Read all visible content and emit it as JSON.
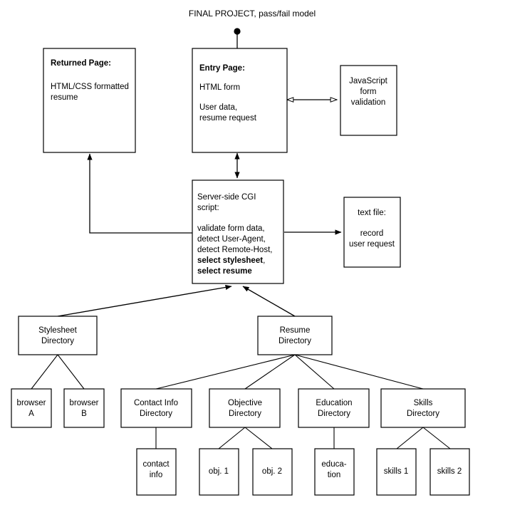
{
  "diagram": {
    "title": "FINAL PROJECT, pass/fail model",
    "nodes": {
      "returned_page": {
        "heading": "Returned Page:",
        "line1": "HTML/CSS formatted",
        "line2": "resume"
      },
      "entry_page": {
        "heading": "Entry Page:",
        "line1": "HTML form",
        "line2": "User data,",
        "line3": "resume request"
      },
      "javascript": {
        "line1": "JavaScript",
        "line2": "form",
        "line3": "validation"
      },
      "cgi_script": {
        "heading1": "Server-side CGI",
        "heading2": "script:",
        "task1": "validate form data,",
        "task2": "detect User-Agent,",
        "task3": "detect Remote-Host,",
        "task4": "select stylesheet",
        "task4_tail": ",",
        "task5": "select resume"
      },
      "text_file": {
        "line1": "text file:",
        "line2": "record",
        "line3": "user request"
      },
      "stylesheet_dir": {
        "line1": "Stylesheet",
        "line2": "Directory"
      },
      "browser_a": {
        "line1": "browser",
        "line2": "A"
      },
      "browser_b": {
        "line1": "browser",
        "line2": "B"
      },
      "resume_dir": {
        "line1": "Resume",
        "line2": "Directory"
      },
      "contact_info_dir": {
        "line1": "Contact Info",
        "line2": "Directory"
      },
      "objective_dir": {
        "line1": "Objective",
        "line2": "Directory"
      },
      "education_dir": {
        "line1": "Education",
        "line2": "Directory"
      },
      "skills_dir": {
        "line1": "Skills",
        "line2": "Directory"
      },
      "contact_info_file": {
        "line1": "contact",
        "line2": "info"
      },
      "obj1_file": {
        "line1": "obj. 1"
      },
      "obj2_file": {
        "line1": "obj. 2"
      },
      "education_file": {
        "line1": "educa-",
        "line2": "tion"
      },
      "skills1_file": {
        "line1": "skills 1"
      },
      "skills2_file": {
        "line1": "skills 2"
      }
    },
    "colors": {
      "stroke": "#000000",
      "fill": "#ffffff",
      "text": "#000000"
    }
  }
}
